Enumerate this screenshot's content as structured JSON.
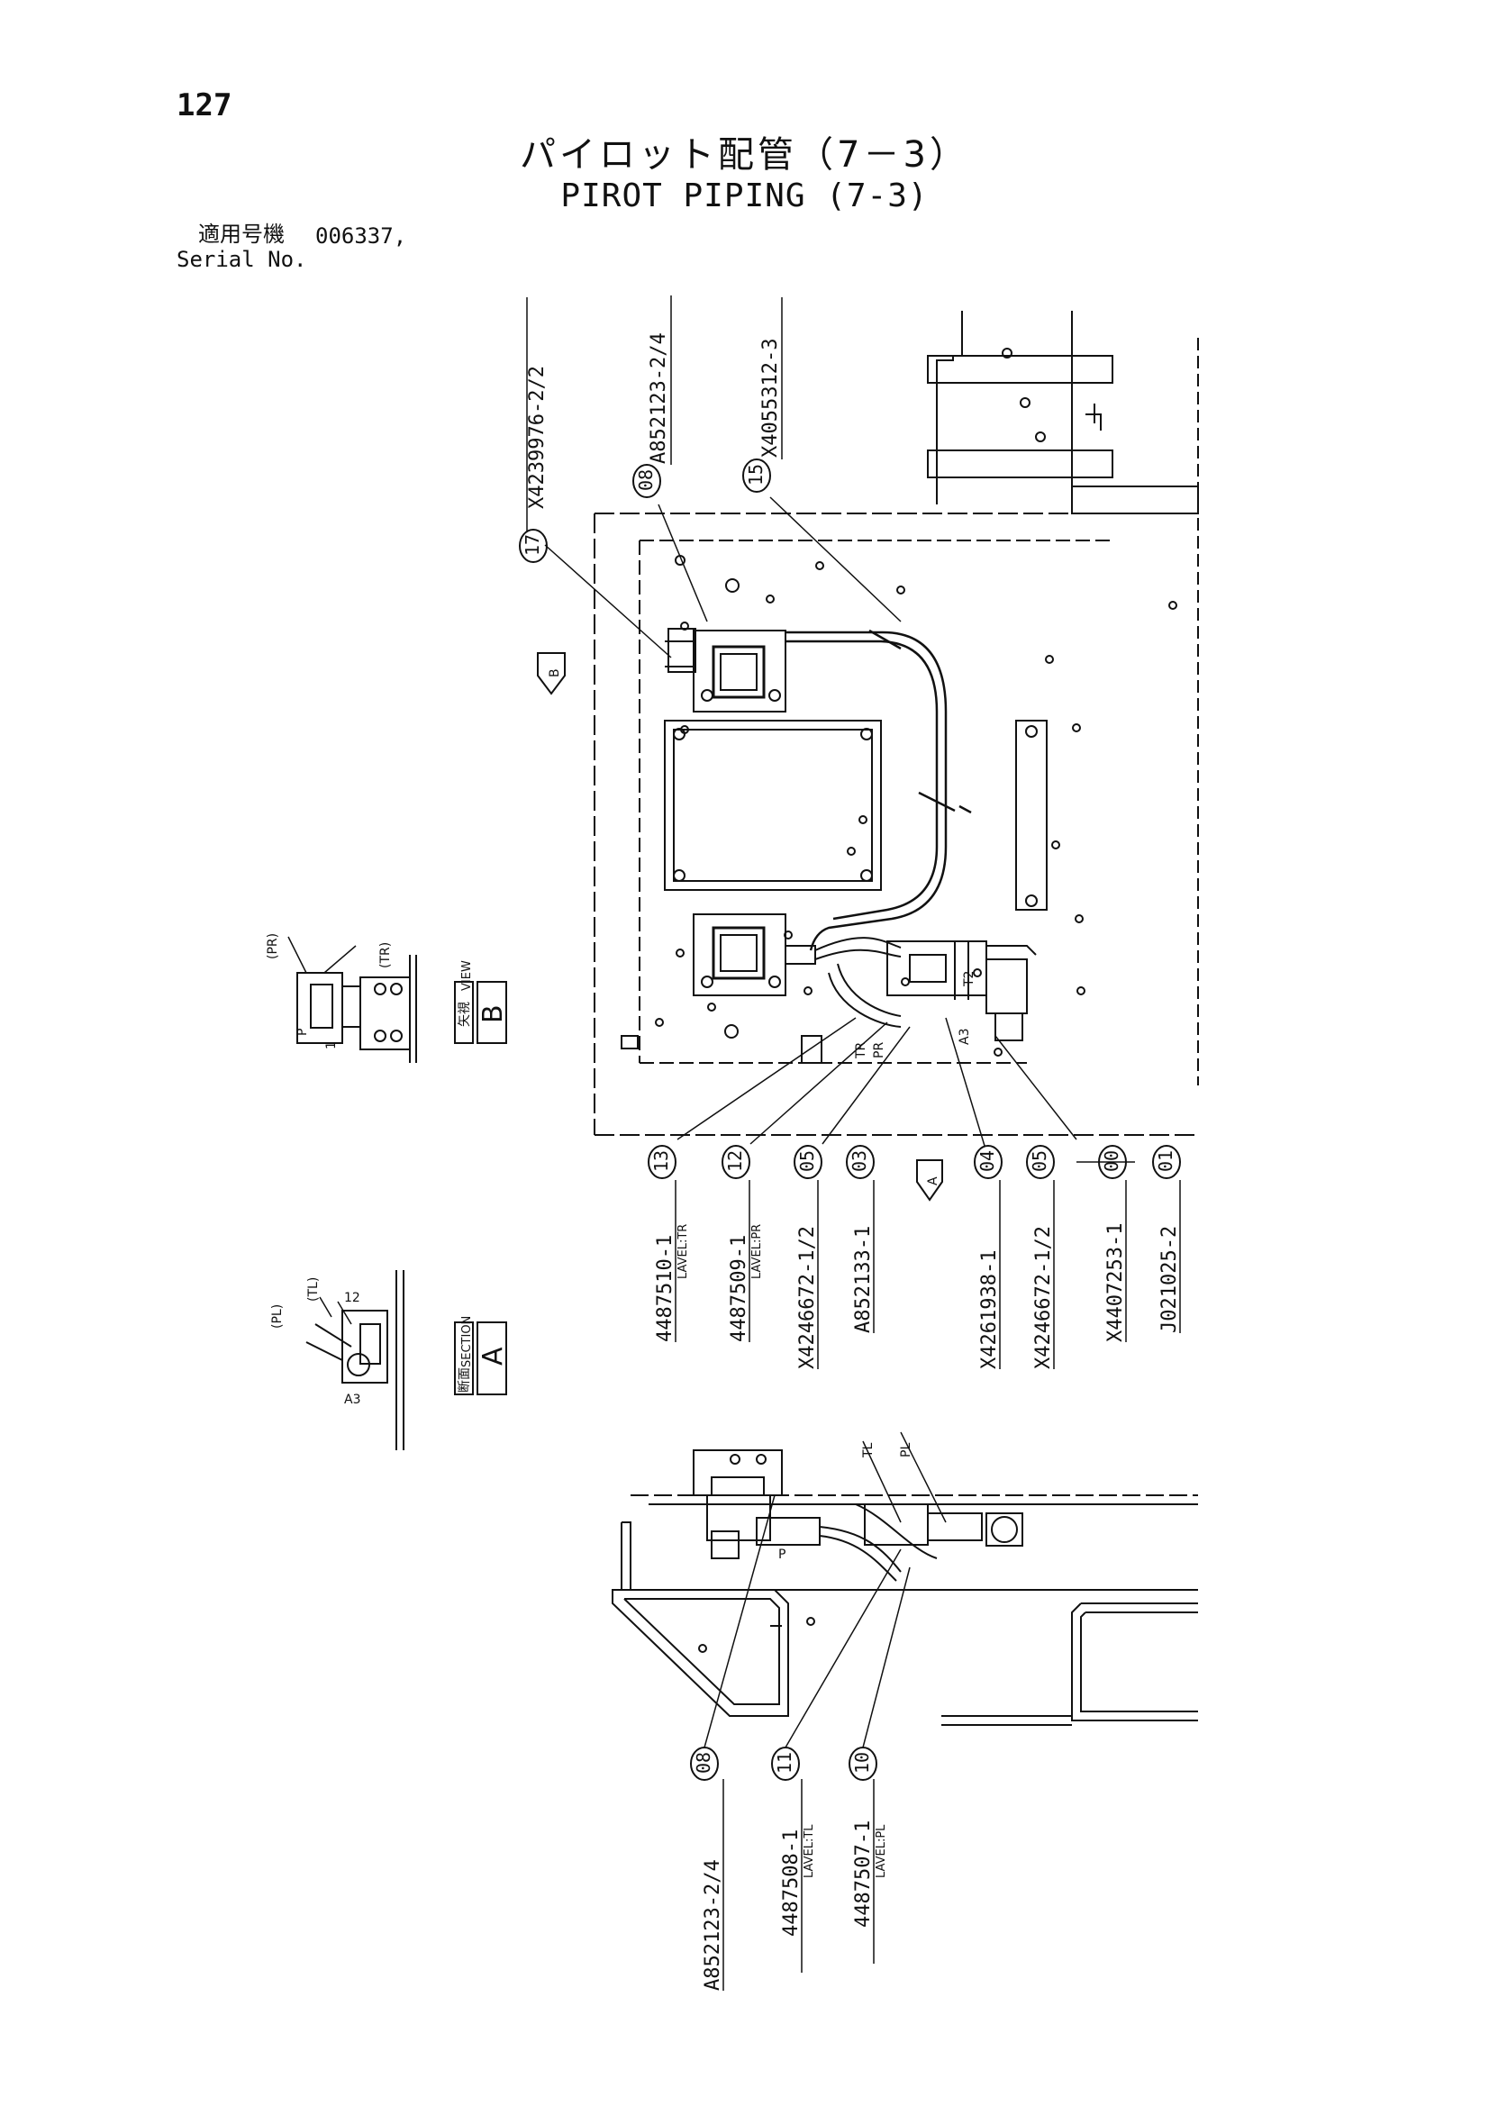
{
  "header": {
    "page_number": "127",
    "title_jp": "パイロット配管（7－3）",
    "title_en": "PIROT PIPING (7-3)",
    "serial_label_jp": "適用号機",
    "serial_value": "006337,",
    "serial_label_en": "Serial No."
  },
  "callouts": {
    "c17": "17",
    "c08a": "08",
    "c15": "15",
    "c13": "13",
    "c12": "12",
    "c05a": "05",
    "c03": "03",
    "c04": "04",
    "c05b": "05",
    "c00": "00",
    "c01": "01",
    "c08b": "08",
    "c11": "11",
    "c10": "10"
  },
  "part_numbers": {
    "p17": "X4239976-2/2",
    "p08a": "A852123-2/4",
    "p15": "X4055312-3",
    "p13": "4487510-1",
    "p13_label": "LAVEL:TR",
    "p12": "4487509-1",
    "p12_label": "LAVEL:PR",
    "p05a": "X4246672-1/2",
    "p03": "A852133-1",
    "p04": "X4261938-1",
    "p05b": "X4246672-1/2",
    "p00": "X4407253-1",
    "p01": "J021025-2",
    "p08b": "A852123-2/4",
    "p11": "4487508-1",
    "p11_label": "LAVEL:TL",
    "p10": "4487507-1",
    "p10_label": "LAVEL:PL"
  },
  "view_labels": {
    "view_b_jp": "矢視",
    "view_b_en": "VIEW",
    "view_b_letter": "B",
    "section_a_jp": "断面",
    "section_a_en": "SECTION",
    "section_a_letter": "A",
    "arrow_b": "B",
    "arrow_a": "A"
  },
  "port_labels": {
    "pr": "(PR)",
    "tr": "(TR)",
    "p": "P",
    "one": "1",
    "tl": "(TL)",
    "pl": "(PL)",
    "twelve": "12",
    "a3": "A3",
    "t2": "T2",
    "a3b": "A3",
    "trb": "TR",
    "prb": "PR",
    "tl2": "TL",
    "pl2": "PL",
    "p2": "P"
  }
}
